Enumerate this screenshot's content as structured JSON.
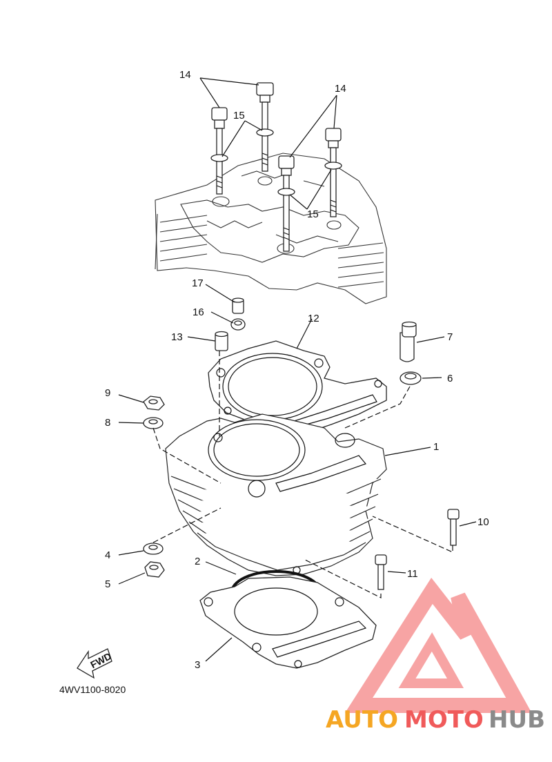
{
  "diagram": {
    "part_code": "4WV1100-8020",
    "fwd_label": "FWD",
    "callouts": [
      {
        "id": "c1",
        "text": "1"
      },
      {
        "id": "c2",
        "text": "2"
      },
      {
        "id": "c3",
        "text": "3"
      },
      {
        "id": "c4",
        "text": "4"
      },
      {
        "id": "c5",
        "text": "5"
      },
      {
        "id": "c6",
        "text": "6"
      },
      {
        "id": "c7",
        "text": "7"
      },
      {
        "id": "c8",
        "text": "8"
      },
      {
        "id": "c9",
        "text": "9"
      },
      {
        "id": "c10",
        "text": "10"
      },
      {
        "id": "c11",
        "text": "11"
      },
      {
        "id": "c12",
        "text": "12"
      },
      {
        "id": "c13",
        "text": "13"
      },
      {
        "id": "c14a",
        "text": "14"
      },
      {
        "id": "c14b",
        "text": "14"
      },
      {
        "id": "c15a",
        "text": "15"
      },
      {
        "id": "c15b",
        "text": "15"
      },
      {
        "id": "c16",
        "text": "16"
      },
      {
        "id": "c17",
        "text": "17"
      }
    ]
  },
  "watermark": {
    "part1": "AUTO",
    "part2": "MOTO",
    "part3": "HUB",
    "color_orange": "#f5a623",
    "color_red": "#f05a5a",
    "color_gray": "#8a8a8a"
  }
}
